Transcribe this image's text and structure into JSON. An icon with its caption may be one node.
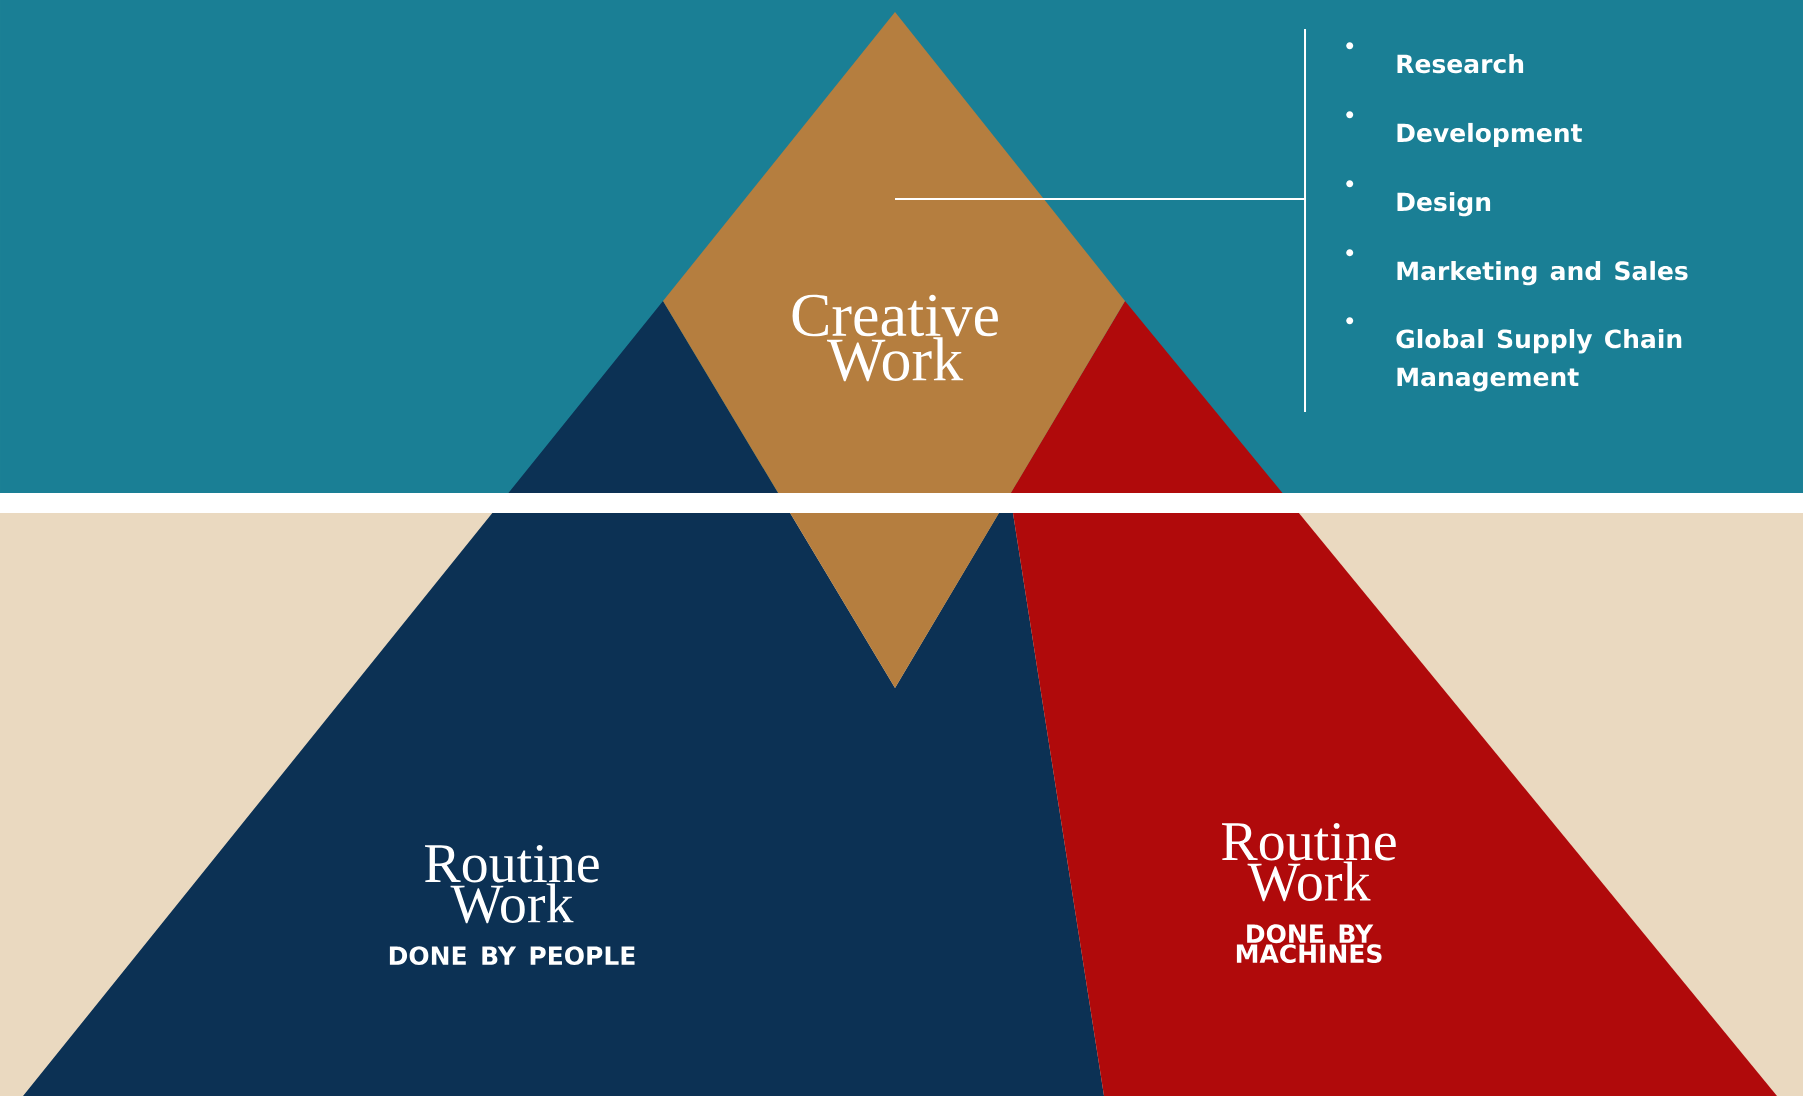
{
  "diagram": {
    "nodes": [
      {
        "text": [
          "Creative Work"
        ]
      },
      {
        "text": [
          "Routine Work",
          "DONE BY PEOPLE"
        ]
      },
      {
        "text": [
          "Routine Work",
          "DONE BY MACHINES"
        ]
      },
      {
        "text": [
          "Research",
          "Development",
          "Design",
          "Marketing and Sales",
          "Global Supply Chain Management"
        ]
      }
    ],
    "edges": [
      {
        "from": 0,
        "to": 3,
        "arrow": "none"
      }
    ]
  }
}
